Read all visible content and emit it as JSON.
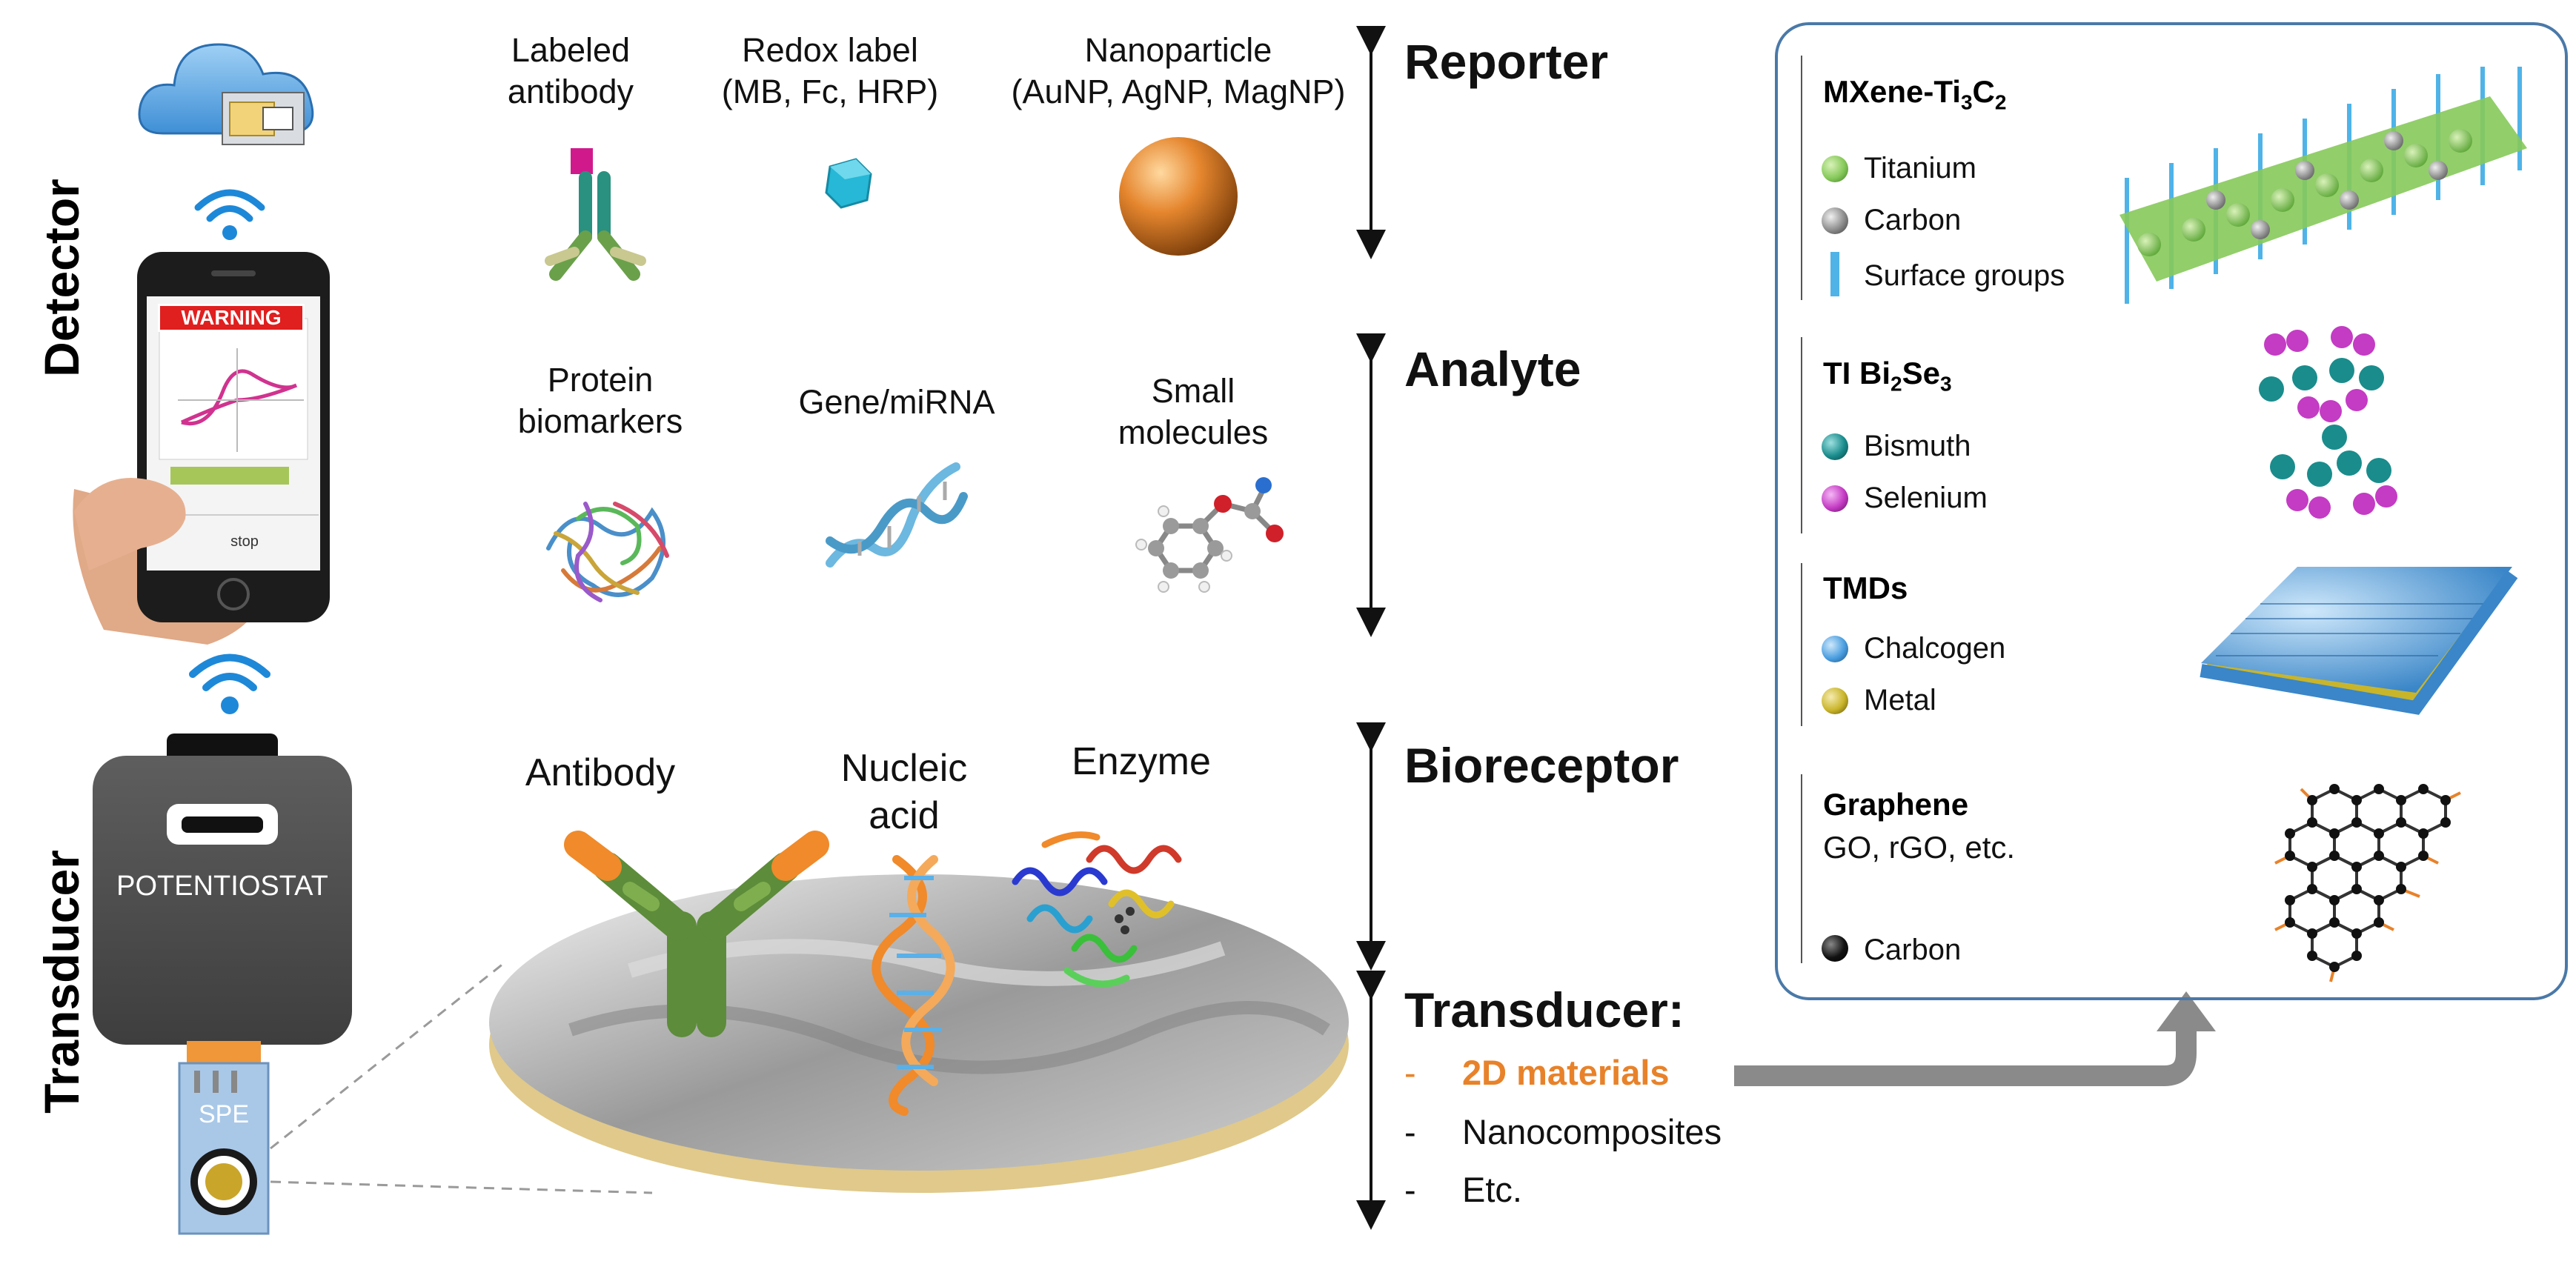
{
  "side_labels": {
    "detector": "Detector",
    "transducer": "Transducer"
  },
  "phone": {
    "warning": "WARNING",
    "button": "stop"
  },
  "device": {
    "potentiostat": "POTENTIOSTAT",
    "spe": "SPE"
  },
  "reporter": {
    "heading": "Reporter",
    "items": [
      {
        "line1": "Labeled",
        "line2": "antibody"
      },
      {
        "line1": "Redox label",
        "line2": "(MB, Fc, HRP)"
      },
      {
        "line1": "Nanoparticle",
        "line2": "(AuNP, AgNP, MagNP)"
      }
    ]
  },
  "analyte": {
    "heading": "Analyte",
    "items": [
      {
        "line1": "Protein",
        "line2": "biomarkers"
      },
      {
        "line1": "Gene/miRNA",
        "line2": ""
      },
      {
        "line1": "Small",
        "line2": "molecules"
      }
    ]
  },
  "bioreceptor": {
    "heading": "Bioreceptor",
    "items": [
      {
        "line1": "Antibody",
        "line2": ""
      },
      {
        "line1": "Nucleic",
        "line2": "acid"
      },
      {
        "line1": "Enzyme",
        "line2": ""
      }
    ]
  },
  "transducer": {
    "heading": "Transducer:",
    "items": [
      {
        "dash": "-",
        "text": "2D materials",
        "highlight": true
      },
      {
        "dash": "-",
        "text": "Nanocomposites",
        "highlight": false
      },
      {
        "dash": "-",
        "text": "Etc.",
        "highlight": false
      }
    ]
  },
  "panel": {
    "mxene": {
      "title": "MXene-Ti",
      "sub3": "3",
      "c": "C",
      "sub2": "2",
      "legend": [
        "Titanium",
        "Carbon",
        "Surface groups"
      ]
    },
    "ti": {
      "title": "TI Bi",
      "sub2": "2",
      "se": "Se",
      "sub3": "3",
      "legend": [
        "Bismuth",
        "Selenium"
      ]
    },
    "tmds": {
      "title": "TMDs",
      "legend": [
        "Chalcogen",
        "Metal"
      ]
    },
    "graphene": {
      "title": "Graphene",
      "subtitle": "GO, rGO, etc.",
      "legend": [
        "Carbon"
      ]
    }
  },
  "colors": {
    "highlight": "#e8822a",
    "arrow_gray": "#8a8a8a",
    "panel_border": "#4a79a8",
    "titanium": "#86c95a",
    "carbon_gray": "#8c8c8c",
    "surface": "#4fb3e8",
    "bismuth": "#1a8c8c",
    "selenium": "#c43bc4",
    "chalcogen": "#4a9ee0",
    "metal": "#c9b52a",
    "carbon_black": "#111111"
  }
}
